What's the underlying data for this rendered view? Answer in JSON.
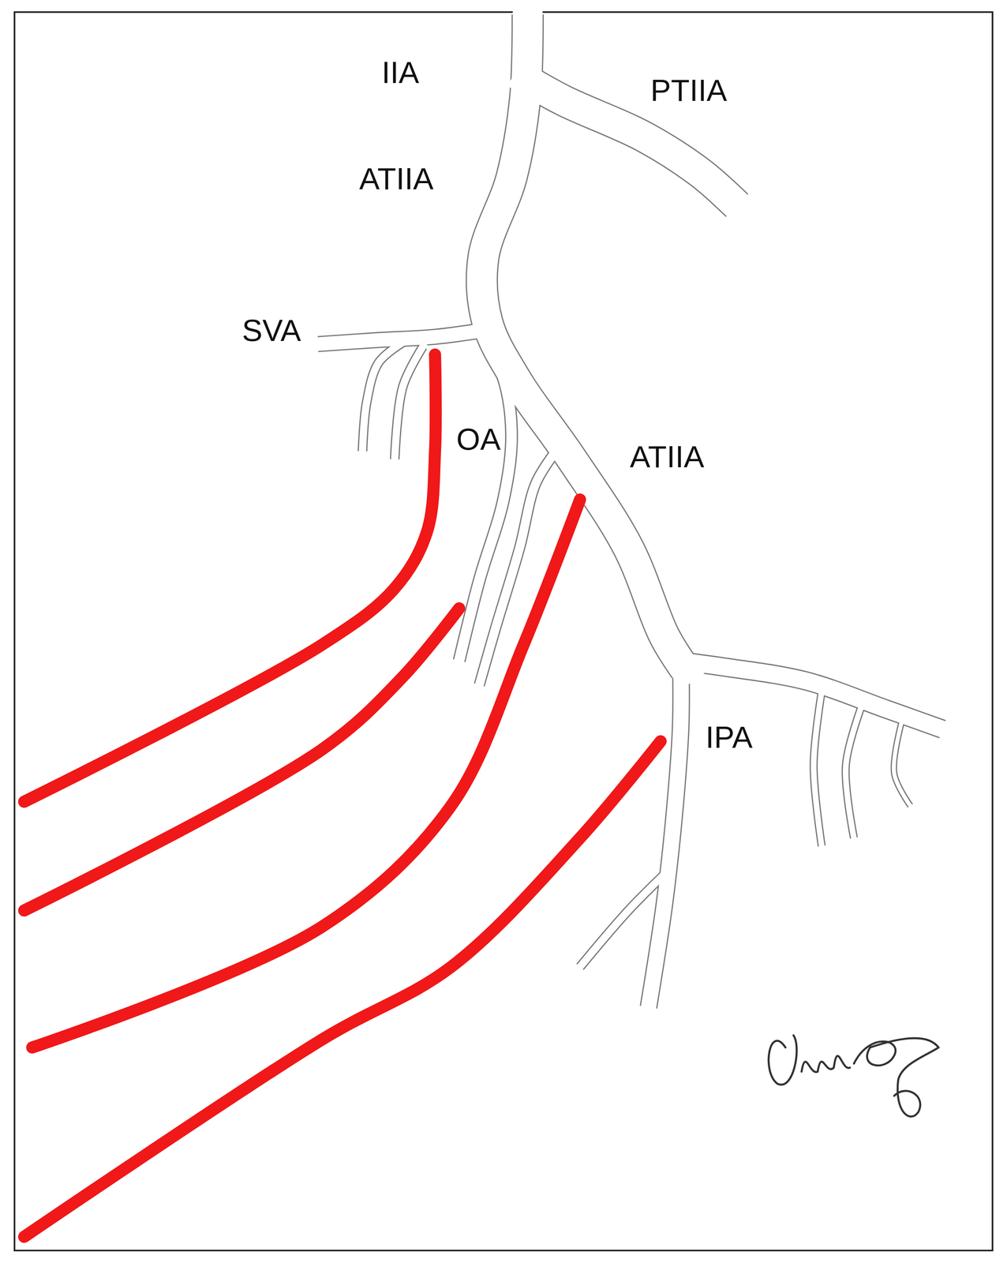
{
  "diagram": {
    "labels": [
      "IIA",
      "PTIIA",
      "ATIIA",
      "SVA",
      "OA",
      "ATIIA",
      "IPA"
    ]
  }
}
